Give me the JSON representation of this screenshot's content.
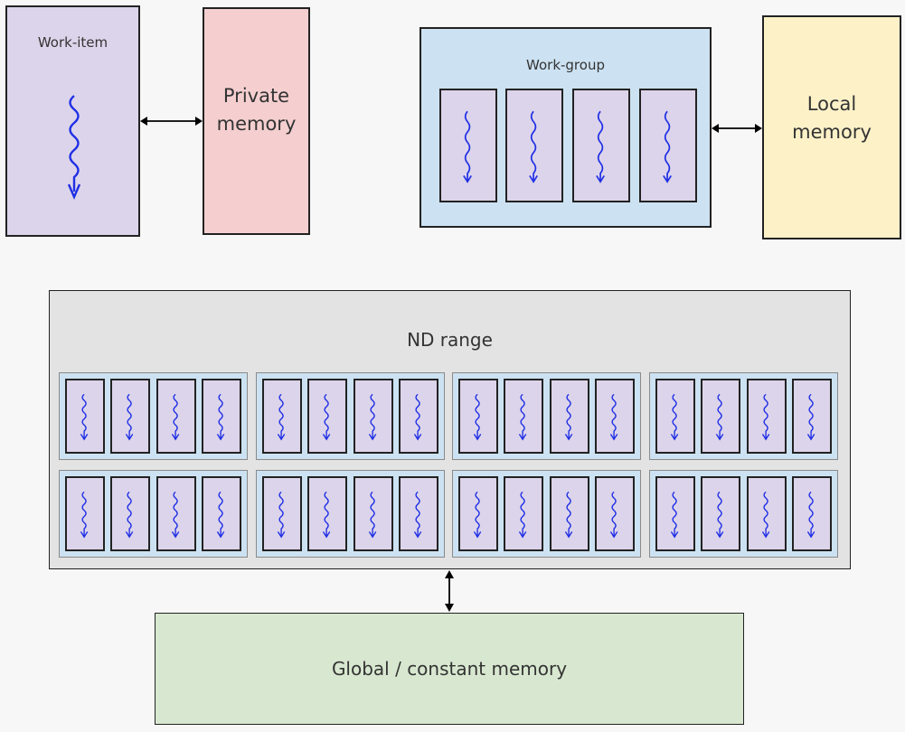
{
  "work_item": {
    "label": "Work-item"
  },
  "private_memory": {
    "line1": "Private",
    "line2": "memory"
  },
  "work_group": {
    "label": "Work-group"
  },
  "local_memory": {
    "line1": "Local",
    "line2": "memory"
  },
  "nd_range": {
    "label": "ND range"
  },
  "global_memory": {
    "label": "Global / constant memory"
  },
  "colors": {
    "work_item": "#dcd4ea",
    "private_memory": "#f5cfd0",
    "work_group": "#cce2f2",
    "local_memory": "#fdf1c8",
    "nd_range": "#e3e3e3",
    "global_memory": "#d8e8d0",
    "thread_arrow": "#1f2fe6"
  }
}
